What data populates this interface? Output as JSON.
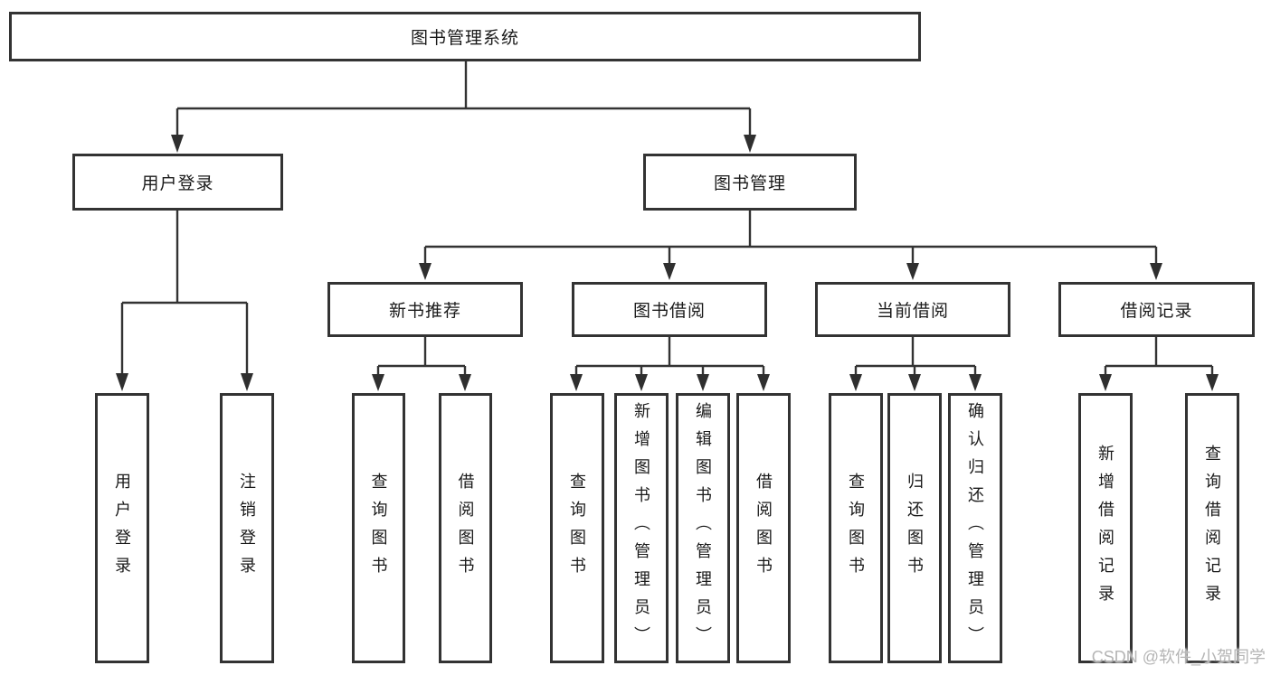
{
  "diagram_title": "图书管理系统",
  "tree": {
    "label": "图书管理系统",
    "children": [
      {
        "label": "用户登录",
        "children": [
          {
            "label": "用户登录"
          },
          {
            "label": "注销登录"
          }
        ]
      },
      {
        "label": "图书管理",
        "children": [
          {
            "label": "新书推荐",
            "children": [
              {
                "label": "查询图书"
              },
              {
                "label": "借阅图书"
              }
            ]
          },
          {
            "label": "图书借阅",
            "children": [
              {
                "label": "查询图书"
              },
              {
                "label": "新增图书（管理员）"
              },
              {
                "label": "编辑图书（管理员）"
              },
              {
                "label": "借阅图书"
              }
            ]
          },
          {
            "label": "当前借阅",
            "children": [
              {
                "label": "查询图书"
              },
              {
                "label": "归还图书"
              },
              {
                "label": "确认归还（管理员）"
              }
            ]
          },
          {
            "label": "借阅记录",
            "children": [
              {
                "label": "新增借阅记录"
              },
              {
                "label": "查询借阅记录"
              }
            ]
          }
        ]
      }
    ]
  },
  "watermark": "CSDN @软件_小贺同学",
  "colors": {
    "background": "#ffffff",
    "box_border": "#333333",
    "line": "#333333",
    "text": "#1a1a1a",
    "watermark": "#b5b5b5"
  }
}
